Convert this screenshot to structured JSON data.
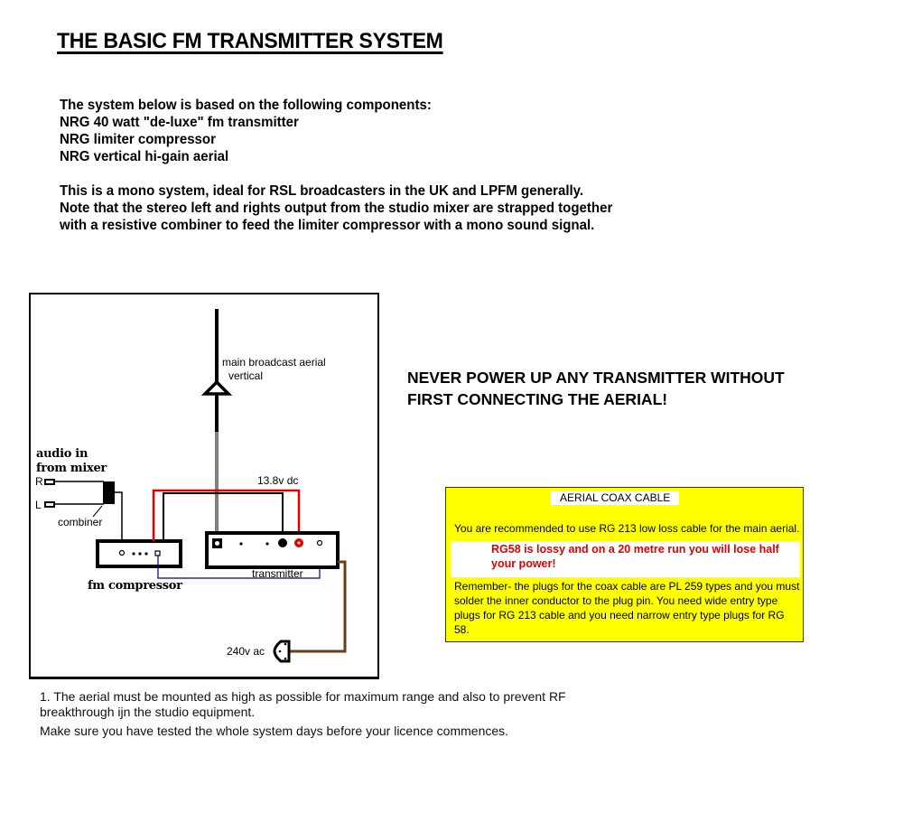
{
  "title": "THE BASIC FM TRANSMITTER SYSTEM",
  "intro": {
    "lines_a": [
      "The system below is based on the following components:",
      "NRG 40 watt \"de-luxe\" fm transmitter",
      "NRG limiter compressor",
      "NRG vertical hi-gain aerial"
    ],
    "lines_b": [
      "This is a mono system, ideal for RSL broadcasters in the UK and LPFM generally.",
      "Note that the stereo left and rights output from the studio mixer are strapped together",
      "with a resistive combiner to feed the limiter compressor with a mono sound signal."
    ]
  },
  "diagram": {
    "aerial_label_1": "main broadcast aerial",
    "aerial_label_2": "vertical",
    "audio_in_1": "audio in",
    "audio_in_2": "from mixer",
    "right_channel": "R",
    "left_channel": "L",
    "combiner": "combiner",
    "compressor": "fm compressor",
    "transmitter": "transmitter",
    "dc_supply": "13.8v dc",
    "ac_supply": "240v ac",
    "colors": {
      "dc_positive": "#e00000",
      "dc_negative": "#000000",
      "coax": "#808080",
      "audio_link": "#000080",
      "mains": "#6b3f10"
    }
  },
  "warning": {
    "line_1": "NEVER POWER UP ANY TRANSMITTER WITHOUT",
    "line_2": "FIRST CONNECTING THE AERIAL!"
  },
  "coax_box": {
    "title": "AERIAL COAX CABLE",
    "para_1": "You are recommended to use RG 213 low loss cable for the main aerial.",
    "alert": "RG58 is lossy and on a 20 metre run you will lose half your power!",
    "para_2": "Remember- the plugs for the coax cable are PL 259 types and you must solder the inner conductor to the plug pin. You need wide entry type plugs for RG 213 cable and you need narrow entry type plugs for RG 58.",
    "background": "#ffff00",
    "alert_color": "#e00000"
  },
  "notes": {
    "note_1a": "1. The aerial must be mounted as high as possible for maximum range and also to prevent RF",
    "note_1b": "breakthrough ijn the studio equipment.",
    "note_2": "Make sure you have tested the whole system days before your licence commences."
  }
}
